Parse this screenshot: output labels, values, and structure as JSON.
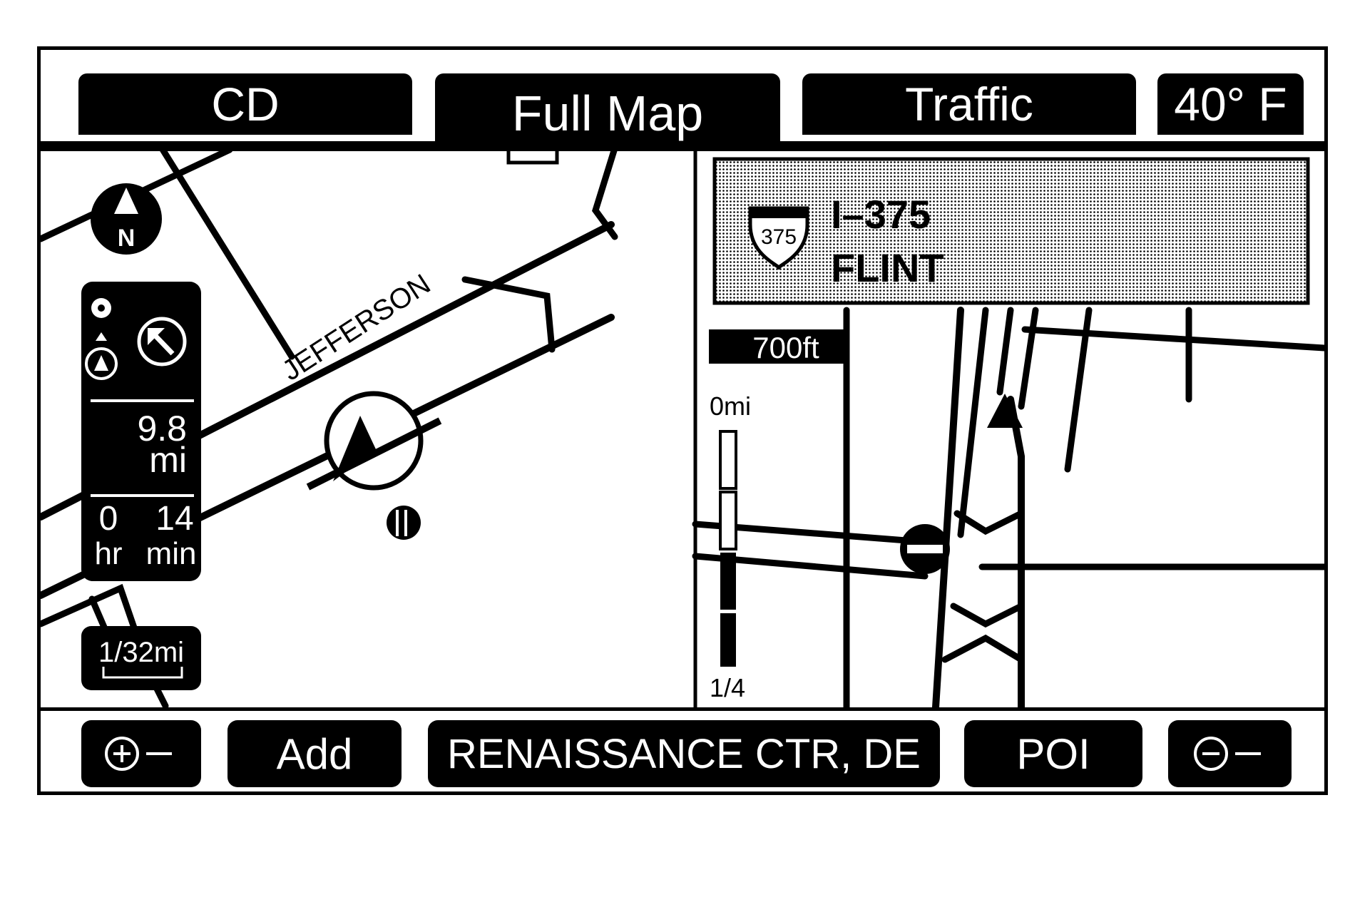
{
  "tabs": {
    "cd": "CD",
    "full_map": "Full Map",
    "traffic": "Traffic"
  },
  "temperature": "40° F",
  "map": {
    "street_label": "JEFFERSON",
    "compass_letter": "N",
    "scale_label": "1/32mi",
    "info_panel": {
      "distance_value": "9.8",
      "distance_unit": "mi",
      "time_hours": "0",
      "time_minutes": "14",
      "hours_label": "hr",
      "minutes_label": "min"
    }
  },
  "guidance": {
    "route_shield": "375",
    "route_name": "I–375",
    "destination": "FLINT",
    "distance_to_turn": "700ft",
    "gauge_top_label": "0mi",
    "gauge_bottom_label": "1/4"
  },
  "bottom_bar": {
    "zoom_in_icon": "zoom-in-icon",
    "add_label": "Add",
    "destination_label": "RENAISSANCE CTR, DE",
    "poi_label": "POI",
    "zoom_out_icon": "zoom-out-icon"
  },
  "colors": {
    "foreground": "#000000",
    "background": "#ffffff",
    "sign_fill": "#c8c8c8"
  }
}
